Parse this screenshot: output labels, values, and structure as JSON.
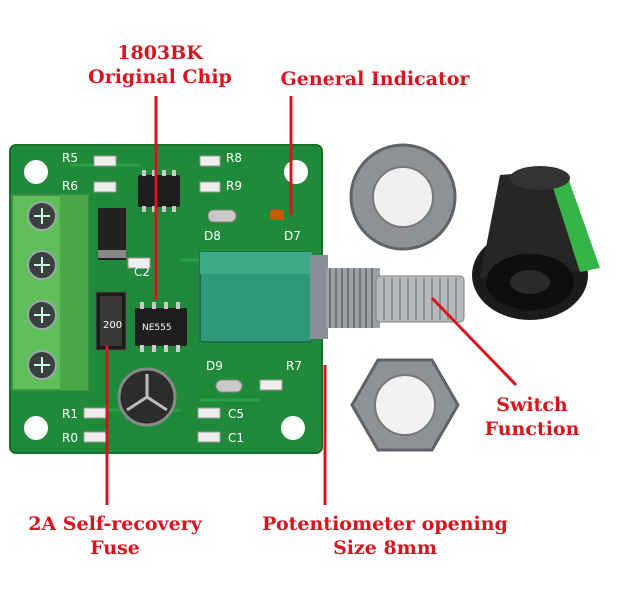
{
  "labels": {
    "chip": {
      "line1": "1803BK",
      "line2": "Original Chip"
    },
    "indicator": {
      "line1": "General Indicator"
    },
    "switch": {
      "line1": "Switch",
      "line2": "Function"
    },
    "fuse": {
      "line1": "2A Self-recovery",
      "line2": "Fuse"
    },
    "potentiometer": {
      "line1": "Potentiometer opening",
      "line2": "Size 8mm"
    }
  },
  "silkscreen": {
    "r5": "R5",
    "r6": "R6",
    "r8": "R8",
    "r9": "R9",
    "d8": "D8",
    "d7": "D7",
    "c2": "C2",
    "d9": "D9",
    "r7": "R7",
    "r1": "R1",
    "r0": "R0",
    "c5": "C5",
    "c1": "C1",
    "chip_text": "NE555",
    "fuse_text": "200"
  },
  "colors": {
    "label": "#d9141e",
    "pcb": "#1f8a3a",
    "terminal": "#5fbf5a",
    "pot_body": "#2f9a7a",
    "knob_stripe": "#35b548"
  }
}
